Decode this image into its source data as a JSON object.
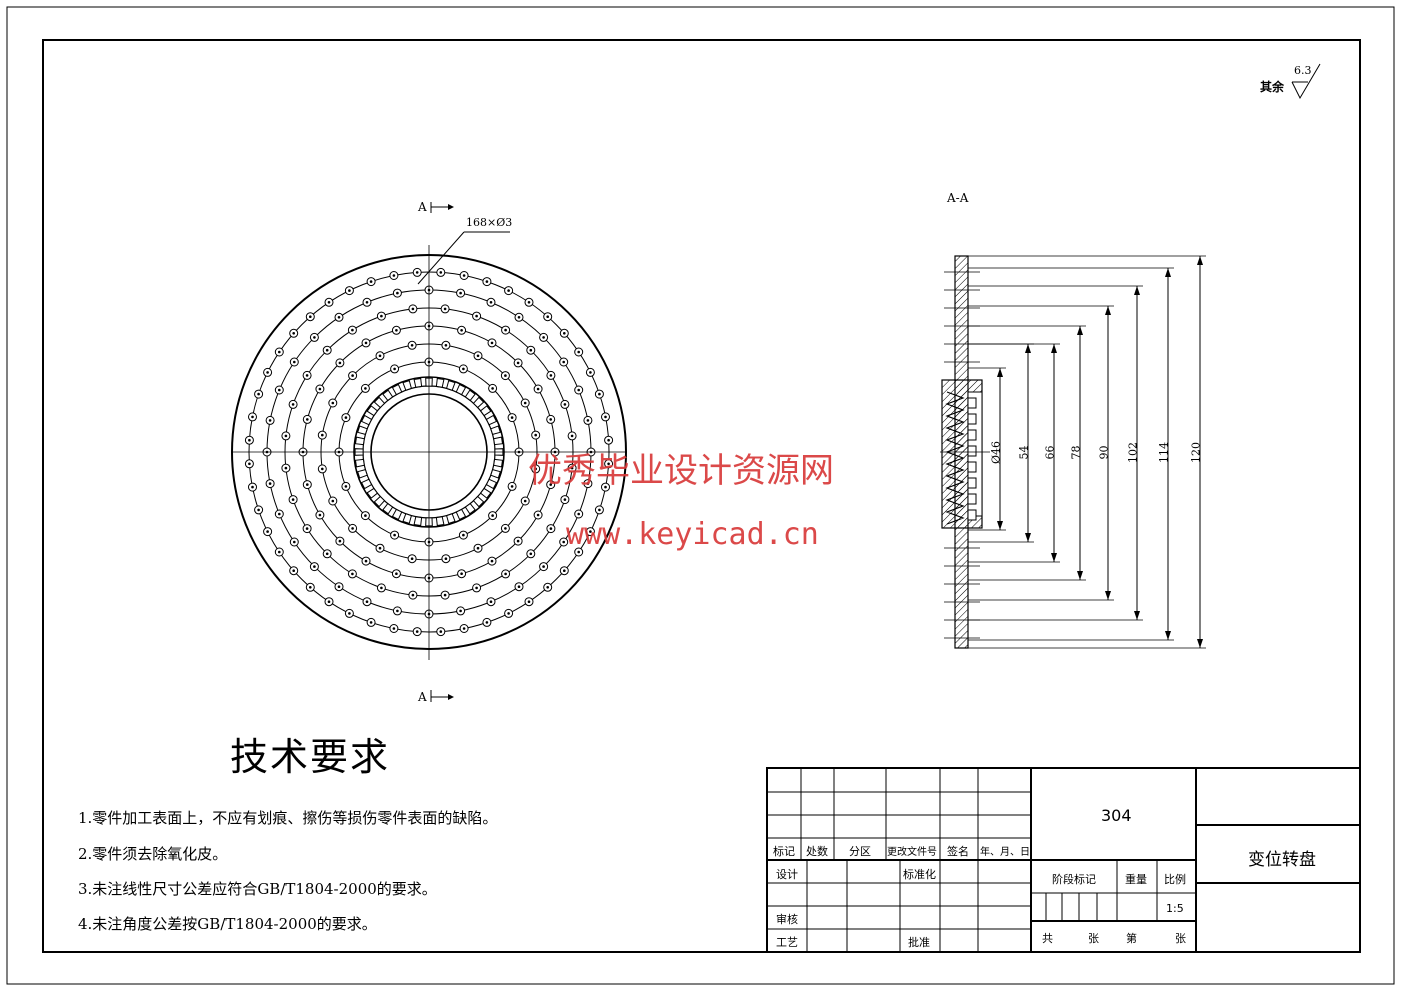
{
  "surface_finish": {
    "prefix": "其余",
    "value": "6.3"
  },
  "front_view": {
    "section_mark_top": "A",
    "section_mark_bottom": "A",
    "hole_callout": "168×Ø3"
  },
  "section_view": {
    "title": "A-A",
    "dimensions": [
      "Ø46",
      "54",
      "66",
      "78",
      "90",
      "102",
      "114",
      "120"
    ]
  },
  "tech_requirements": {
    "title": "技术要求",
    "items": [
      "1.零件加工表面上，不应有划痕、擦伤等损伤零件表面的缺陷。",
      "2.零件须去除氧化皮。",
      "3.未注线性尺寸公差应符合GB/T1804-2000的要求。",
      "4.未注角度公差按GB/T1804-2000的要求。"
    ]
  },
  "watermark": {
    "line1": "优秀毕业设计资源网",
    "line2": "www.keyicad.cn"
  },
  "title_block": {
    "drawing_no": "304",
    "part_name": "变位转盘",
    "headers": [
      "标记",
      "处数",
      "分区",
      "更改文件号",
      "签名",
      "年、月、日"
    ],
    "design": "设计",
    "standardize": "标准化",
    "review": "审核",
    "process": "工艺",
    "approve": "批准",
    "stage_mark": "阶段标记",
    "weight": "重量",
    "scale_label": "比例",
    "scale": "1:5",
    "total": "共",
    "sheets": "张",
    "page": "第",
    "sheet2": "张"
  }
}
